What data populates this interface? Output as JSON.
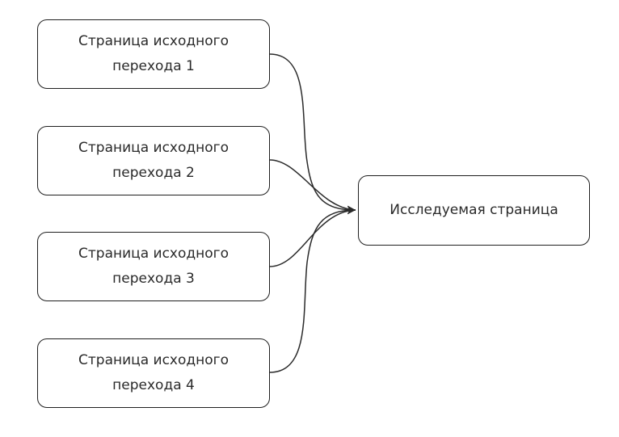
{
  "nodes": {
    "source_1": "Страница исходного\nперехода 1",
    "source_2": "Страница исходного\nперехода 2",
    "source_3": "Страница исходного\nперехода 3",
    "source_4": "Страница исходного\nперехода 4",
    "target": "Исследуемая страница"
  },
  "edges": [
    {
      "from": "source_1",
      "to": "target"
    },
    {
      "from": "source_2",
      "to": "target"
    },
    {
      "from": "source_3",
      "to": "target"
    },
    {
      "from": "source_4",
      "to": "target"
    }
  ]
}
